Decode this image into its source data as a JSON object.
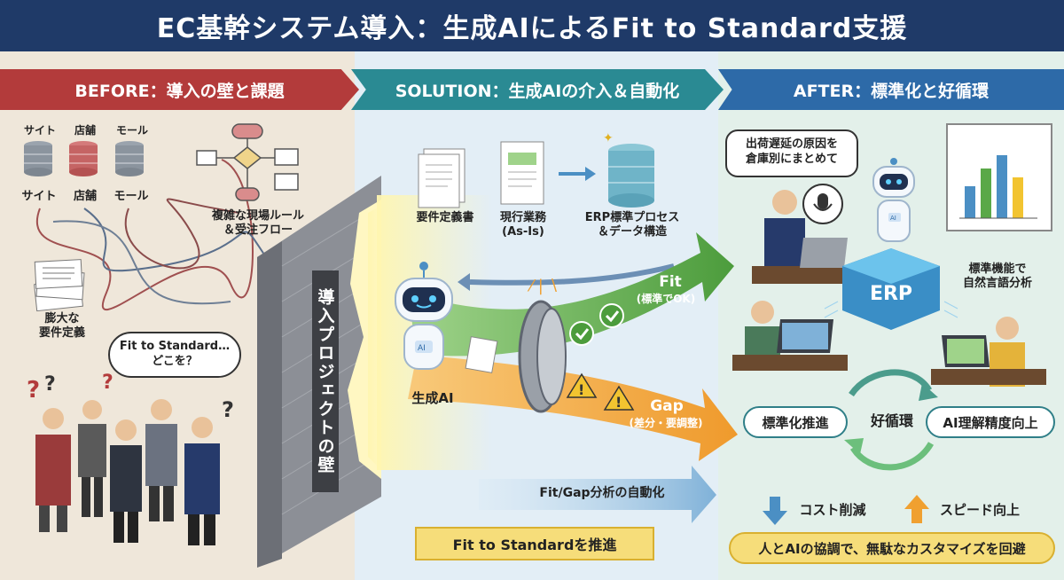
{
  "title": "EC基幹システム導入：生成AIによるFit to Standard支援",
  "headers": {
    "before": "BEFORE：導入の壁と課題",
    "solution": "SOLUTION：生成AIの介入＆自動化",
    "after": "AFTER：標準化と好循環"
  },
  "before": {
    "db_labels_top": [
      "サイト",
      "店舗",
      "モール"
    ],
    "db_labels_bottom": [
      "サイト",
      "店舗",
      "モール"
    ],
    "flow_label": "複雑な現場ルール\n＆受注フロー",
    "docs_label": "膨大な\n要件定義",
    "thought": "Fit to Standard…\nどこを？",
    "wall_label": "導入プロジェクトの壁"
  },
  "solution": {
    "docs": [
      "要件定義書",
      "現行業務\n(As-Is)",
      "ERP標準プロセス\n＆データ構造"
    ],
    "ai_label": "生成AI",
    "fit_title": "Fit",
    "fit_sub": "(標準でOK)",
    "gap_title": "Gap",
    "gap_sub": "(差分・要調整)",
    "automation": "Fit/Gap分析の自動化",
    "banner": "Fit to Standardを推進"
  },
  "after": {
    "speech": "出荷遅延の原因を\n倉庫別にまとめて",
    "erp_label": "ERP",
    "robot_badge": "AI",
    "nl_label": "標準機能で\n自然言語分析",
    "cycle_left": "標準化推進",
    "cycle_center": "好循環",
    "cycle_right": "AI理解精度向上",
    "cost": "コスト削減",
    "speed": "スピード向上",
    "bottom_banner": "人とAIの協調で、無駄なカスタマイズを回避"
  },
  "colors": {
    "navy": "#1f3a68",
    "before_red": "#b33b3b",
    "solution_teal": "#2a8a93",
    "after_blue": "#2d6aa8",
    "fit_green": "#5aa848",
    "gap_orange": "#f0a030"
  }
}
